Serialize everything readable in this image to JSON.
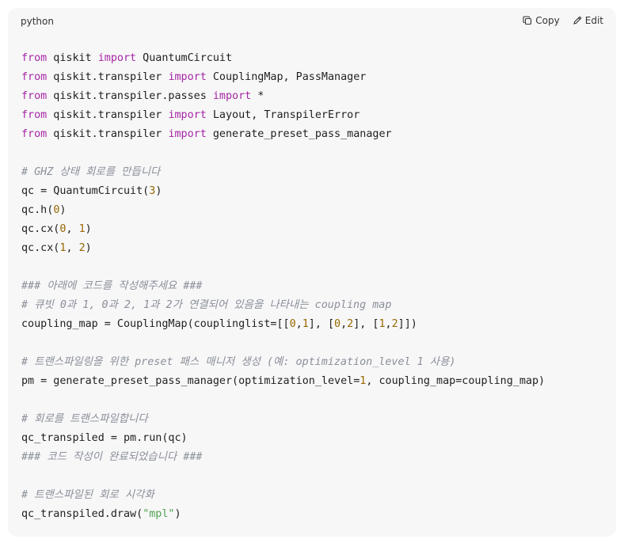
{
  "header": {
    "language": "python",
    "copy_label": "Copy",
    "edit_label": "Edit"
  },
  "code_lines": [
    [
      [
        "kw",
        "from"
      ],
      [
        "t",
        " qiskit "
      ],
      [
        "kw",
        "import"
      ],
      [
        "t",
        " QuantumCircuit"
      ]
    ],
    [
      [
        "kw",
        "from"
      ],
      [
        "t",
        " qiskit.transpiler "
      ],
      [
        "kw",
        "import"
      ],
      [
        "t",
        " CouplingMap, PassManager"
      ]
    ],
    [
      [
        "kw",
        "from"
      ],
      [
        "t",
        " qiskit.transpiler.passes "
      ],
      [
        "kw",
        "import"
      ],
      [
        "t",
        " *"
      ]
    ],
    [
      [
        "kw",
        "from"
      ],
      [
        "t",
        " qiskit.transpiler "
      ],
      [
        "kw",
        "import"
      ],
      [
        "t",
        " Layout, TranspilerError"
      ]
    ],
    [
      [
        "kw",
        "from"
      ],
      [
        "t",
        " qiskit.transpiler "
      ],
      [
        "kw",
        "import"
      ],
      [
        "t",
        " generate_preset_pass_manager"
      ]
    ],
    [],
    [
      [
        "cm",
        "# GHZ 상태 회로를 만듭니다"
      ]
    ],
    [
      [
        "t",
        "qc = QuantumCircuit("
      ],
      [
        "num",
        "3"
      ],
      [
        "t",
        ")"
      ]
    ],
    [
      [
        "t",
        "qc.h("
      ],
      [
        "num",
        "0"
      ],
      [
        "t",
        ")"
      ]
    ],
    [
      [
        "t",
        "qc.cx("
      ],
      [
        "num",
        "0"
      ],
      [
        "t",
        ", "
      ],
      [
        "num",
        "1"
      ],
      [
        "t",
        ")"
      ]
    ],
    [
      [
        "t",
        "qc.cx("
      ],
      [
        "num",
        "1"
      ],
      [
        "t",
        ", "
      ],
      [
        "num",
        "2"
      ],
      [
        "t",
        ")"
      ]
    ],
    [],
    [
      [
        "cm",
        "### 아래에 코드를 작성해주세요 ###"
      ]
    ],
    [
      [
        "cm",
        "# 큐빗 0과 1, 0과 2, 1과 2가 연결되어 있음을 나타내는 coupling map"
      ]
    ],
    [
      [
        "t",
        "coupling_map = CouplingMap(couplinglist=[["
      ],
      [
        "num",
        "0"
      ],
      [
        "t",
        ","
      ],
      [
        "num",
        "1"
      ],
      [
        "t",
        "], ["
      ],
      [
        "num",
        "0"
      ],
      [
        "t",
        ","
      ],
      [
        "num",
        "2"
      ],
      [
        "t",
        "], ["
      ],
      [
        "num",
        "1"
      ],
      [
        "t",
        ","
      ],
      [
        "num",
        "2"
      ],
      [
        "t",
        "]])"
      ]
    ],
    [],
    [
      [
        "cm",
        "# 트랜스파일링을 위한 preset 패스 매니저 생성 (예: optimization_level 1 사용)"
      ]
    ],
    [
      [
        "t",
        "pm = generate_preset_pass_manager(optimization_level="
      ],
      [
        "num",
        "1"
      ],
      [
        "t",
        ", coupling_map=coupling_map)"
      ]
    ],
    [],
    [
      [
        "cm",
        "# 회로를 트랜스파일합니다"
      ]
    ],
    [
      [
        "t",
        "qc_transpiled = pm.run(qc)"
      ]
    ],
    [
      [
        "cm",
        "### 코드 작성이 완료되었습니다 ###"
      ]
    ],
    [],
    [
      [
        "cm",
        "# 트랜스파일된 회로 시각화"
      ]
    ],
    [
      [
        "t",
        "qc_transpiled.draw("
      ],
      [
        "str",
        "\"mpl\""
      ],
      [
        "t",
        ")"
      ]
    ]
  ]
}
